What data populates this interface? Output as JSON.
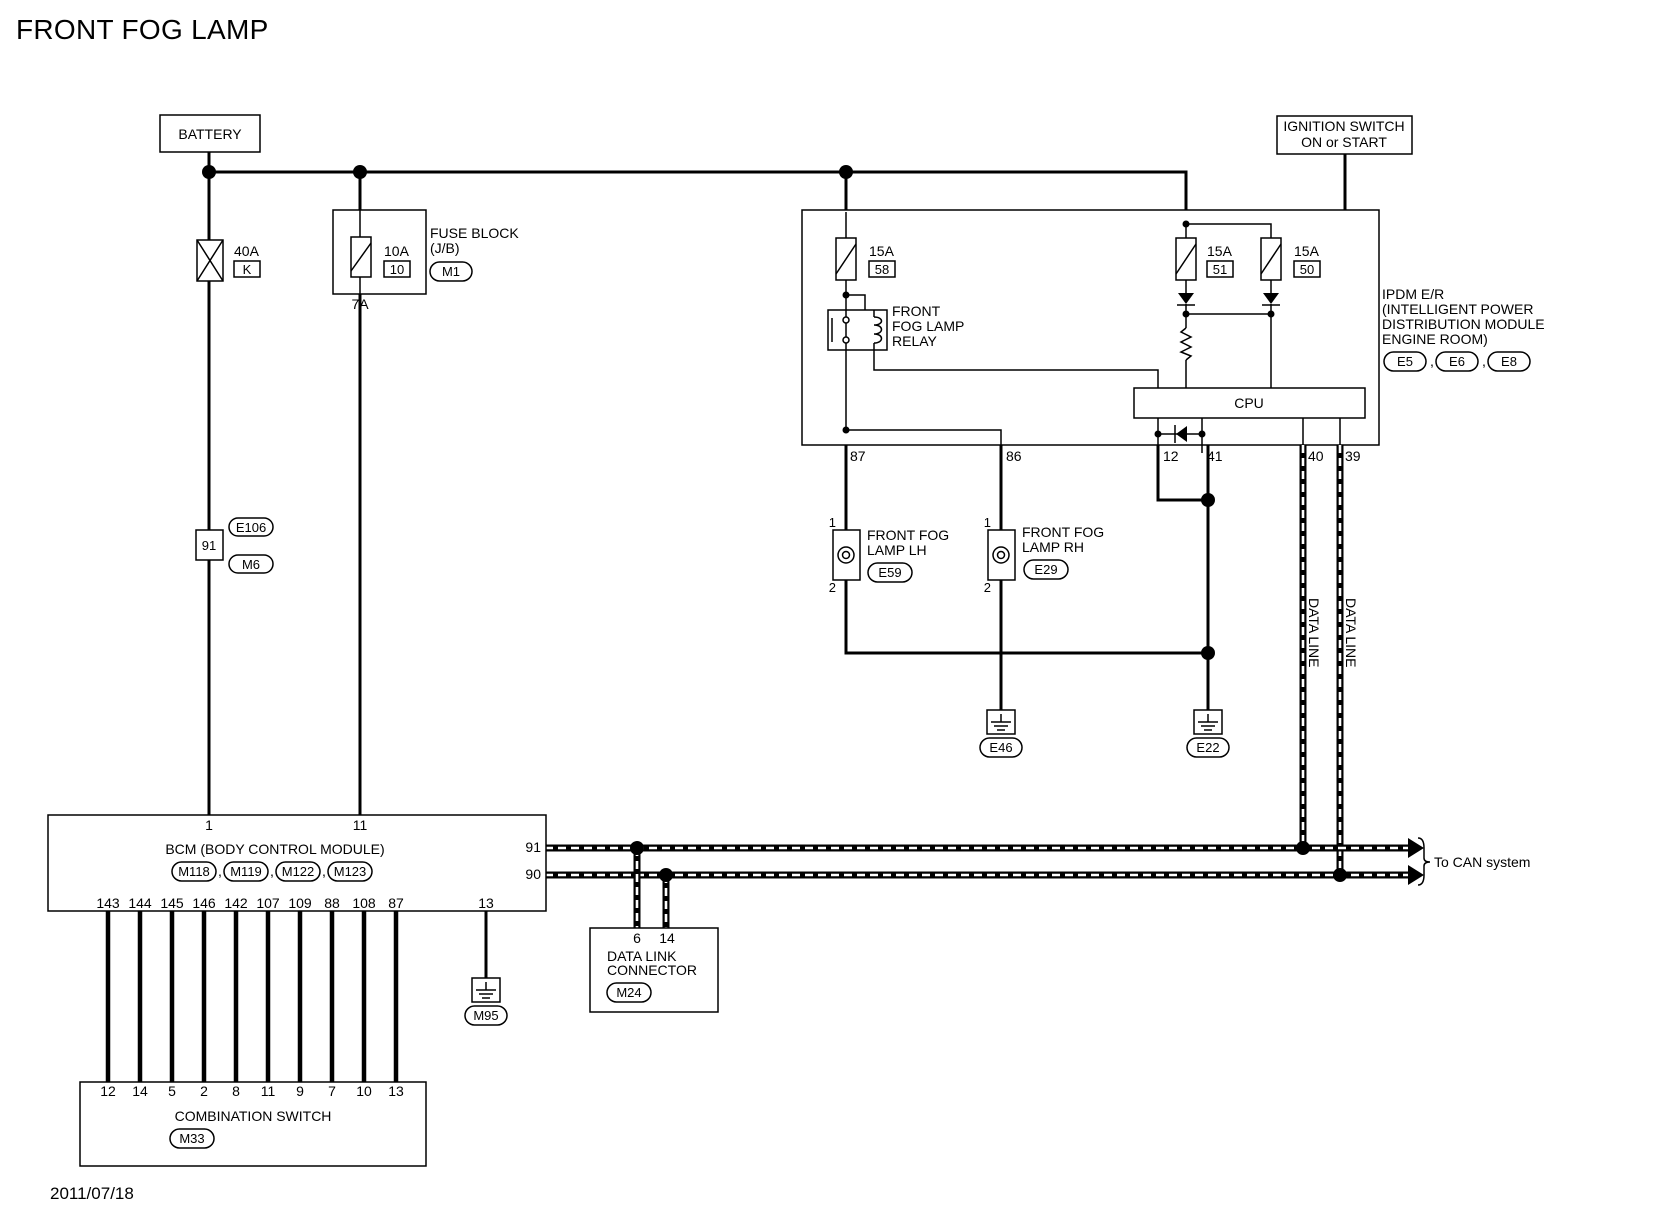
{
  "title": "FRONT FOG LAMP",
  "date": "2011/07/18",
  "battery": {
    "label": "BATTERY"
  },
  "ignition": {
    "line1": "IGNITION SWITCH",
    "line2": "ON or START"
  },
  "fusible_link": {
    "rating": "40A",
    "id": "K"
  },
  "fuse_block": {
    "label1": "FUSE BLOCK",
    "label2": "(J/B)",
    "connector": "M1",
    "rating": "10A",
    "number": "10",
    "terminal": "7A"
  },
  "ipdm": {
    "label": [
      "IPDM E/R",
      "(INTELLIGENT POWER",
      "DISTRIBUTION MODULE",
      "ENGINE ROOM)"
    ],
    "connectors": [
      "E5",
      "E6",
      "E8"
    ],
    "cpu": "CPU",
    "fuses": [
      {
        "rating": "15A",
        "number": "58"
      },
      {
        "rating": "15A",
        "number": "51"
      },
      {
        "rating": "15A",
        "number": "50"
      }
    ],
    "relay": [
      "FRONT",
      "FOG LAMP",
      "RELAY"
    ],
    "terminals": {
      "t87": "87",
      "t86": "86",
      "t12": "12",
      "t41": "41",
      "t40": "40",
      "t39": "39"
    }
  },
  "joint": {
    "pin": "91",
    "connector_top": "E106",
    "connector_bottom": "M6"
  },
  "fog_lh": {
    "line1": "FRONT FOG",
    "line2": "LAMP LH",
    "connector": "E59",
    "pin1": "1",
    "pin2": "2"
  },
  "fog_rh": {
    "line1": "FRONT FOG",
    "line2": "LAMP RH",
    "connector": "E29",
    "pin1": "1",
    "pin2": "2"
  },
  "grounds": {
    "g1": "E46",
    "g2": "E22",
    "g3": "M95"
  },
  "data_line": "DATA LINE",
  "can_label": "To CAN system",
  "bcm": {
    "label": "BCM (BODY CONTROL MODULE)",
    "connectors": [
      "M118",
      "M119",
      "M122",
      "M123"
    ],
    "top_pins": {
      "p1": "1",
      "p11": "11"
    },
    "side_pins": {
      "p91": "91",
      "p90": "90"
    },
    "bottom_pins": [
      "143",
      "144",
      "145",
      "146",
      "142",
      "107",
      "109",
      "88",
      "108",
      "87"
    ],
    "ground_pin": "13"
  },
  "dlc": {
    "line1": "DATA LINK",
    "line2": "CONNECTOR",
    "connector": "M24",
    "pin1": "6",
    "pin2": "14"
  },
  "combination_switch": {
    "label": "COMBINATION SWITCH",
    "connector": "M33",
    "pins": [
      "12",
      "14",
      "5",
      "2",
      "8",
      "11",
      "9",
      "7",
      "10",
      "13"
    ]
  }
}
